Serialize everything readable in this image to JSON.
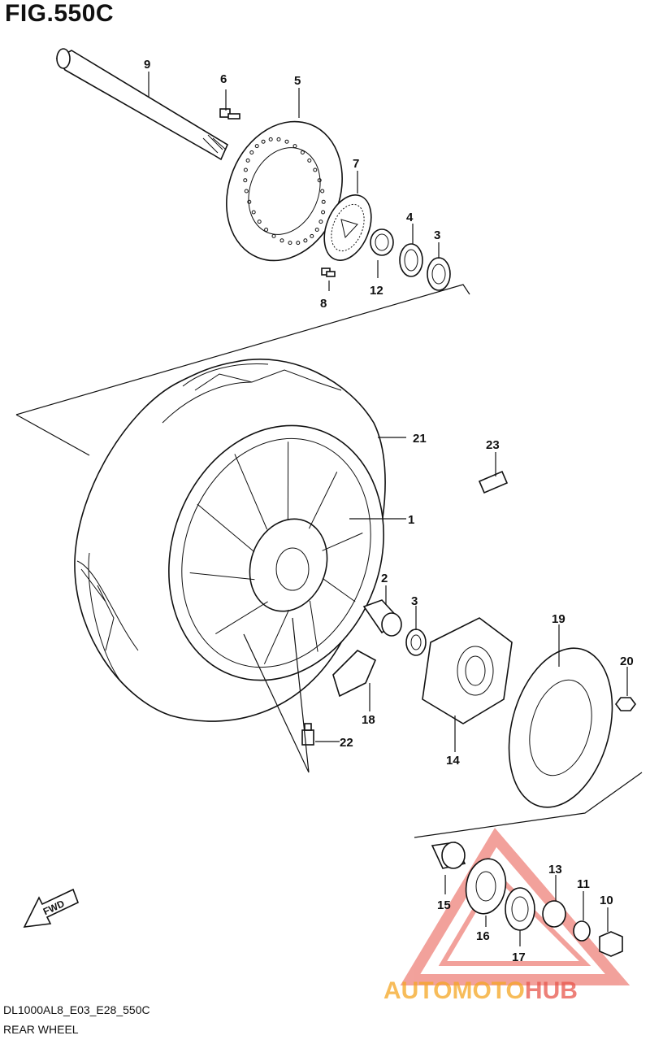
{
  "figure": {
    "title": "FIG.550C"
  },
  "footer": {
    "code": "DL1000AL8_E03_E28_550C",
    "name": "REAR WHEEL"
  },
  "fwd_label": "FWD",
  "watermark": {
    "text_part1": "AUTOMOTO",
    "text_part2": "HUB",
    "color1": "#f5a623",
    "color2": "#e8564b"
  },
  "callouts": {
    "c1": "1",
    "c2": "2",
    "c3a": "3",
    "c3b": "3",
    "c4": "4",
    "c5": "5",
    "c6": "6",
    "c7": "7",
    "c8": "8",
    "c9": "9",
    "c10": "10",
    "c11": "11",
    "c12": "12",
    "c13": "13",
    "c14": "14",
    "c15": "15",
    "c16": "16",
    "c17": "17",
    "c18": "18",
    "c19": "19",
    "c20": "20",
    "c21": "21",
    "c22": "22",
    "c23": "23"
  }
}
